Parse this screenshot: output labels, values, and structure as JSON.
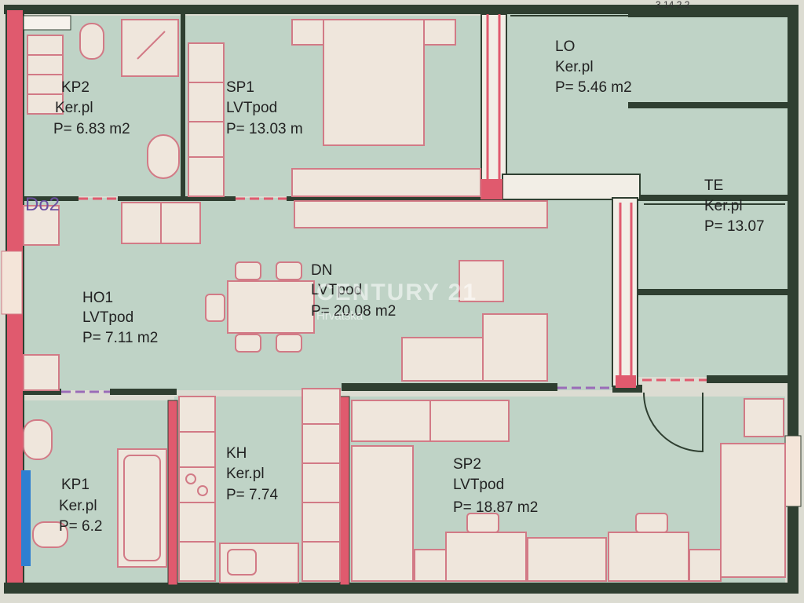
{
  "top_note": "3.14 2.2",
  "rooms": [
    {
      "code": "KP2",
      "floor": "Ker.pl",
      "area": "P= 6.83 m2"
    },
    {
      "code": "SP1",
      "floor": "LVTpod",
      "area": "P= 13.03 m"
    },
    {
      "code": "LO",
      "floor": "Ker.pl",
      "area": "P= 5.46 m2"
    },
    {
      "code": "TE",
      "floor": "Ker.pl",
      "area": "P= 13.07"
    },
    {
      "code": "HO1",
      "floor": "LVTpod",
      "area": "P= 7.11 m2"
    },
    {
      "code": "DN",
      "floor": "LVTpod",
      "area": "P= 20.08 m2"
    },
    {
      "code": "KP1",
      "floor": "Ker.pl",
      "area": "P= 6.2"
    },
    {
      "code": "KH",
      "floor": "Ker.pl",
      "area": "P= 7.74"
    },
    {
      "code": "SP2",
      "floor": "LVTpod",
      "area": "P= 18.87 m2"
    }
  ],
  "side_mark": "Do2",
  "watermark": {
    "brand": "CENTURY 21",
    "sub": "Hrvatska"
  },
  "colors": {
    "floor": "#bfd3c6",
    "wall": "#2f3f31",
    "wall_hatch": "#e05a6e",
    "furniture_fill": "#efe6dc",
    "furniture_stroke": "#d27a86",
    "paper": "#dcdcd2"
  }
}
